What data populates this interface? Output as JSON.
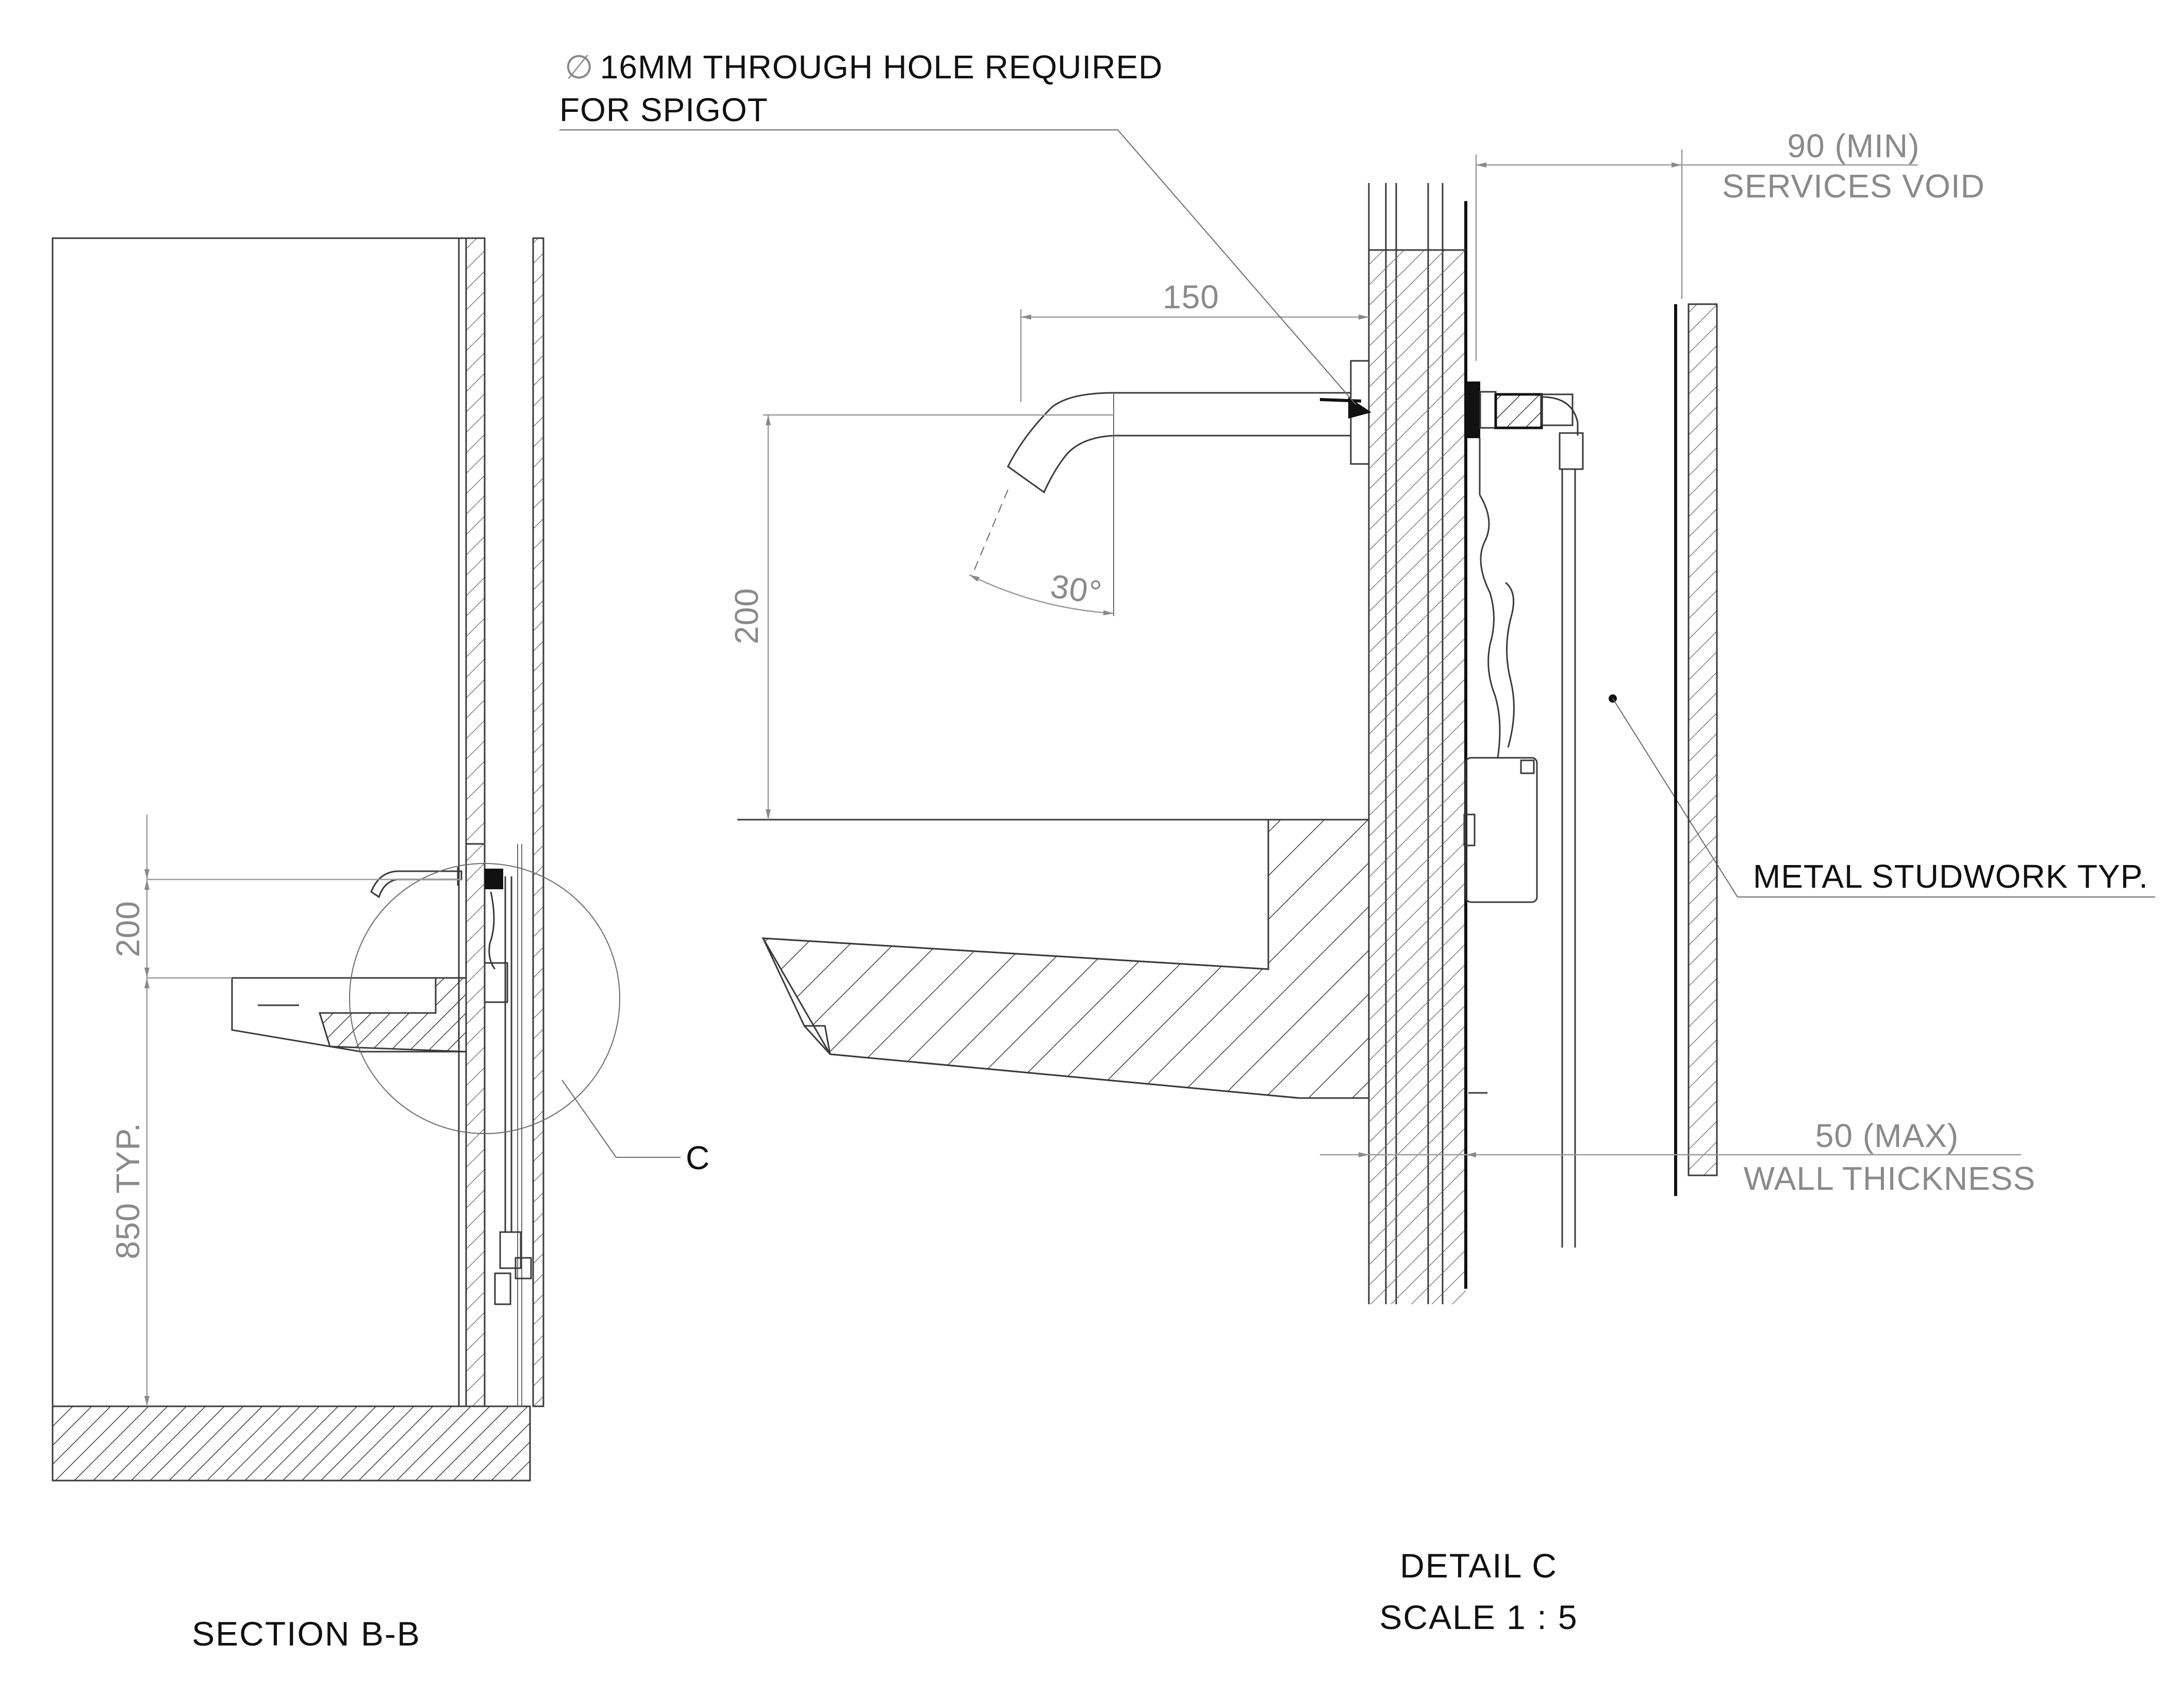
{
  "section": {
    "title": "SECTION B-B",
    "dim_spout_height": "200",
    "dim_basin_height": "850 TYP.",
    "detail_callout": "C"
  },
  "detail": {
    "title": "DETAIL C",
    "scale": "SCALE 1 : 5",
    "note_hole_symbol": "∅",
    "note_hole_line1": "16MM THROUGH HOLE REQUIRED",
    "note_hole_line2": "FOR SPIGOT",
    "dim_spout_reach": "150",
    "dim_spout_height": "200",
    "dim_angle": "30°",
    "dim_void_value": "90 (MIN)",
    "dim_void_label": "SERVICES VOID",
    "dim_wall_value": "50 (MAX)",
    "dim_wall_label": "WALL THICKNESS",
    "note_studwork": "METAL STUDWORK TYP."
  },
  "colors": {
    "line": "#3a3a3a",
    "dimension": "#8a8a8a",
    "text": "#111111",
    "background": "#ffffff"
  }
}
